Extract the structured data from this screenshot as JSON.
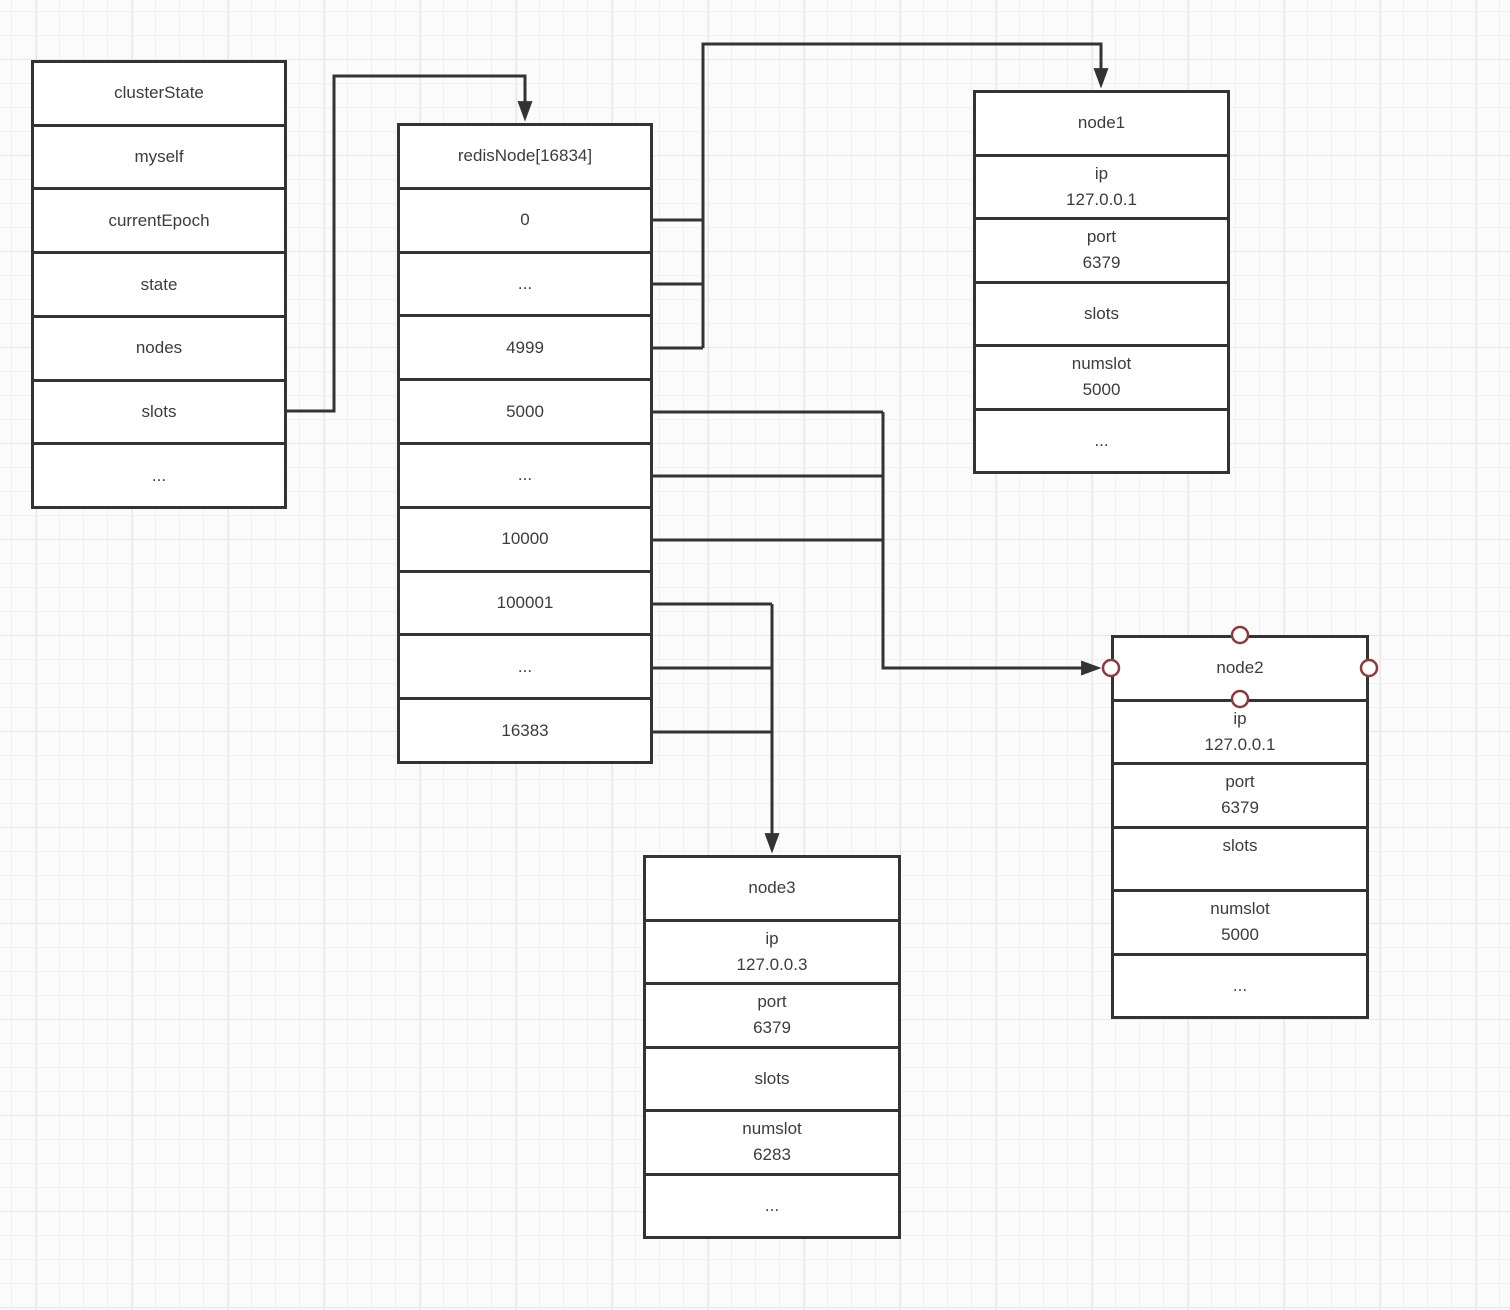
{
  "diagram": {
    "colors": {
      "shape_border": "#333333",
      "connector_line": "#333333",
      "text": "#3c3c3c",
      "connection_handle_stroke": "#8e3a3a",
      "connection_handle_fill": "#ffffff",
      "grid_minor": "#f1f1f1",
      "grid_major": "#e7e7e7",
      "canvas_background": "#fbfbfb"
    },
    "boxes": {
      "cluster_state": {
        "title": "clusterState",
        "rows": [
          "myself",
          "currentEpoch",
          "state",
          "nodes",
          "slots",
          "..."
        ]
      },
      "redis_node": {
        "title": "redisNode[16834]",
        "rows": [
          "0",
          "...",
          "4999",
          "5000",
          "...",
          "10000",
          "100001",
          "...",
          "16383"
        ]
      },
      "node1": {
        "title": "node1",
        "rows": [
          [
            "ip",
            "127.0.0.1"
          ],
          [
            "port",
            "6379"
          ],
          [
            "slots"
          ],
          [
            "numslot",
            "5000"
          ],
          [
            "..."
          ]
        ]
      },
      "node2": {
        "title": "node2",
        "rows": [
          [
            "ip",
            "127.0.0.1"
          ],
          [
            "port",
            "6379"
          ],
          [
            "slots",
            ""
          ],
          [
            "numslot",
            "5000"
          ],
          [
            "..."
          ]
        ]
      },
      "node3": {
        "title": "node3",
        "rows": [
          [
            "ip",
            "127.0.0.3"
          ],
          [
            "port",
            "6379"
          ],
          [
            "slots"
          ],
          [
            "numslot",
            "6283"
          ],
          [
            "..."
          ]
        ]
      }
    }
  }
}
